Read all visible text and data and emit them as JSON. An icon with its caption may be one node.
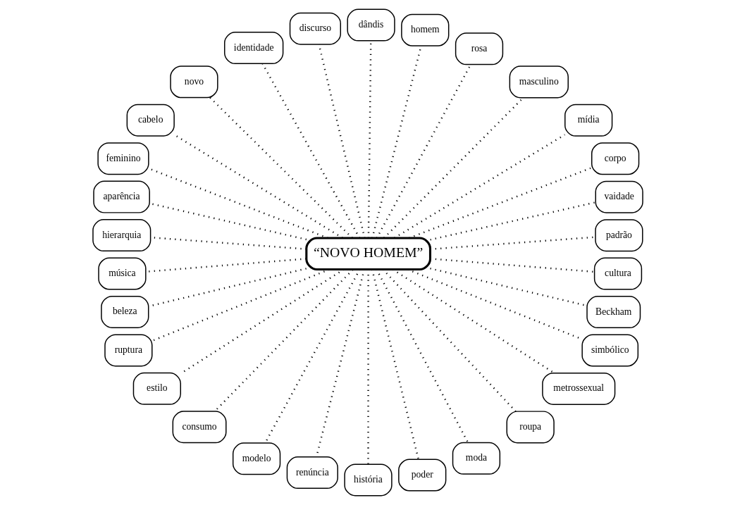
{
  "diagram": {
    "nodes": [
      {
        "text": [
          "“NOVO HOMEM”"
        ]
      },
      {
        "text": [
          "padrão"
        ]
      },
      {
        "text": [
          "vaidade"
        ]
      },
      {
        "text": [
          "corpo"
        ]
      },
      {
        "text": [
          "mídia"
        ]
      },
      {
        "text": [
          "masculino"
        ]
      },
      {
        "text": [
          "rosa"
        ]
      },
      {
        "text": [
          "homem"
        ]
      },
      {
        "text": [
          "dândis"
        ]
      },
      {
        "text": [
          "discurso"
        ]
      },
      {
        "text": [
          "identidade"
        ]
      },
      {
        "text": [
          "novo"
        ]
      },
      {
        "text": [
          "cabelo"
        ]
      },
      {
        "text": [
          "feminino"
        ]
      },
      {
        "text": [
          "aparência"
        ]
      },
      {
        "text": [
          "hierarquia"
        ]
      },
      {
        "text": [
          "música"
        ]
      },
      {
        "text": [
          "beleza"
        ]
      },
      {
        "text": [
          "ruptura"
        ]
      },
      {
        "text": [
          "estilo"
        ]
      },
      {
        "text": [
          "consumo"
        ]
      },
      {
        "text": [
          "modelo"
        ]
      },
      {
        "text": [
          "renúncia"
        ]
      },
      {
        "text": [
          "história"
        ]
      },
      {
        "text": [
          "poder"
        ]
      },
      {
        "text": [
          "moda"
        ]
      },
      {
        "text": [
          "roupa"
        ]
      },
      {
        "text": [
          "metrossexual"
        ]
      },
      {
        "text": [
          "simbólico"
        ]
      },
      {
        "text": [
          "Beckham"
        ]
      },
      {
        "text": [
          "cultura"
        ]
      }
    ],
    "edges": [
      {
        "from": 0,
        "to": 1,
        "arrow": "none"
      },
      {
        "from": 0,
        "to": 2,
        "arrow": "none"
      },
      {
        "from": 0,
        "to": 3,
        "arrow": "none"
      },
      {
        "from": 0,
        "to": 4,
        "arrow": "none"
      },
      {
        "from": 0,
        "to": 5,
        "arrow": "none"
      },
      {
        "from": 0,
        "to": 6,
        "arrow": "none"
      },
      {
        "from": 0,
        "to": 7,
        "arrow": "none"
      },
      {
        "from": 0,
        "to": 8,
        "arrow": "none"
      },
      {
        "from": 0,
        "to": 9,
        "arrow": "none"
      },
      {
        "from": 0,
        "to": 10,
        "arrow": "none"
      },
      {
        "from": 0,
        "to": 11,
        "arrow": "none"
      },
      {
        "from": 0,
        "to": 12,
        "arrow": "none"
      },
      {
        "from": 0,
        "to": 13,
        "arrow": "none"
      },
      {
        "from": 0,
        "to": 14,
        "arrow": "none"
      },
      {
        "from": 0,
        "to": 15,
        "arrow": "none"
      },
      {
        "from": 0,
        "to": 16,
        "arrow": "none"
      },
      {
        "from": 0,
        "to": 17,
        "arrow": "none"
      },
      {
        "from": 0,
        "to": 18,
        "arrow": "none"
      },
      {
        "from": 0,
        "to": 19,
        "arrow": "none"
      },
      {
        "from": 0,
        "to": 20,
        "arrow": "none"
      },
      {
        "from": 0,
        "to": 21,
        "arrow": "none"
      },
      {
        "from": 0,
        "to": 22,
        "arrow": "none"
      },
      {
        "from": 0,
        "to": 23,
        "arrow": "none"
      },
      {
        "from": 0,
        "to": 24,
        "arrow": "none"
      },
      {
        "from": 0,
        "to": 25,
        "arrow": "none"
      },
      {
        "from": 0,
        "to": 26,
        "arrow": "none"
      },
      {
        "from": 0,
        "to": 27,
        "arrow": "none"
      },
      {
        "from": 0,
        "to": 28,
        "arrow": "none"
      },
      {
        "from": 0,
        "to": 29,
        "arrow": "none"
      },
      {
        "from": 0,
        "to": 30,
        "arrow": "none"
      }
    ]
  }
}
